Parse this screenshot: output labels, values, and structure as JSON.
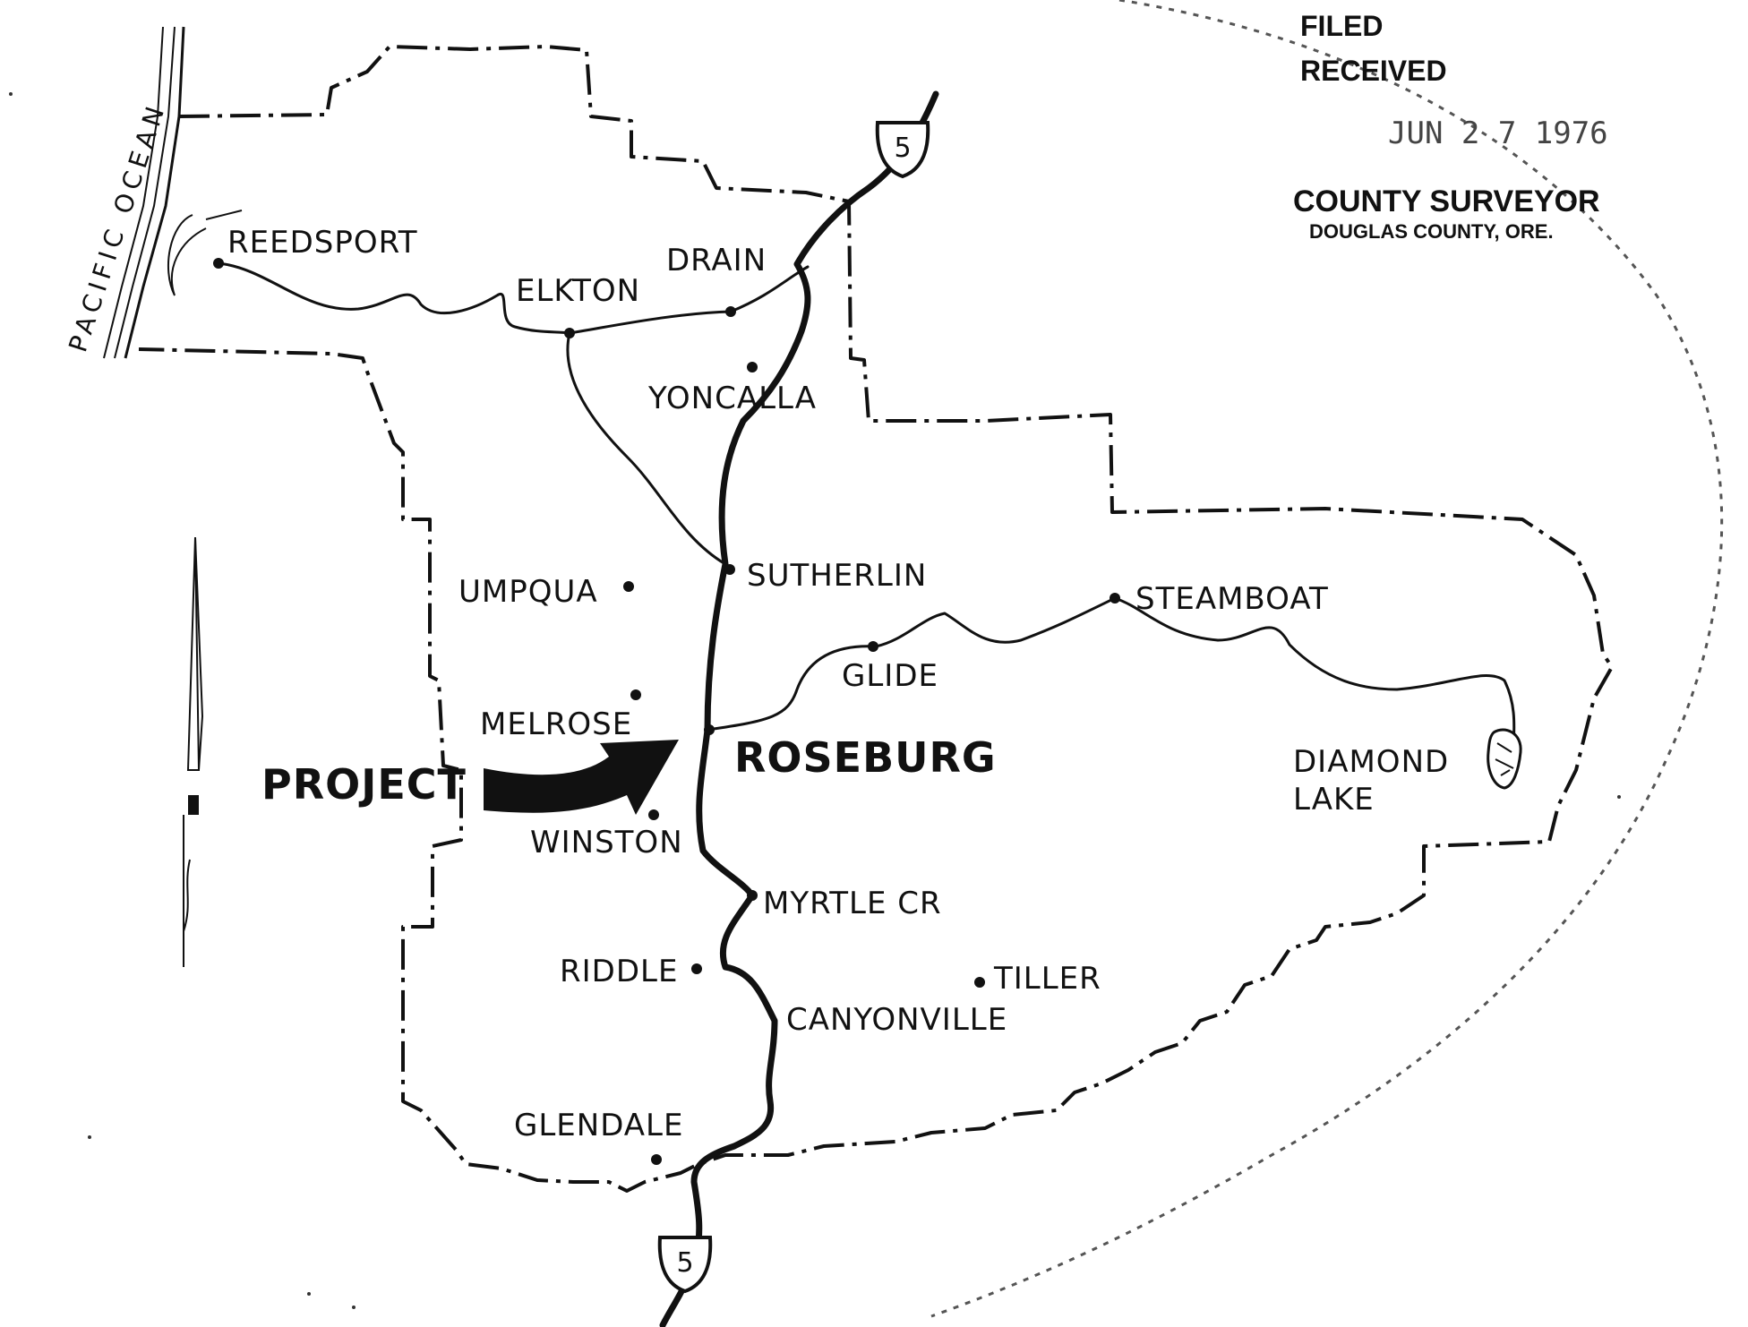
{
  "towns": {
    "reedsport": "REEDSPORT",
    "elkton": "ELKTON",
    "drain": "DRAIN",
    "yoncalla": "YONCALLA",
    "sutherlin": "SUTHERLIN",
    "umpqua": "UMPQUA",
    "steamboat": "STEAMBOAT",
    "glide": "GLIDE",
    "melrose": "MELROSE",
    "roseburg": "ROSEBURG",
    "diamond_lake_line1": "DIAMOND",
    "diamond_lake_line2": "LAKE",
    "winston": "WINSTON",
    "myrtle_creek": "MYRTLE CR",
    "riddle": "RIDDLE",
    "tiller": "TILLER",
    "canyonville": "CANYONVILLE",
    "glendale": "GLENDALE"
  },
  "project_label": "PROJECT",
  "ocean_label": "PACIFIC OCEAN",
  "highway": {
    "number": "5"
  },
  "stamp": {
    "filed": "FILED",
    "received": "RECEIVED",
    "date": "JUN 2 7 1976",
    "office": "COUNTY SURVEYOR",
    "county": "DOUGLAS COUNTY, ORE."
  },
  "icons": [
    "north-arrow-icon",
    "project-arrow-icon",
    "interstate-shield-icon",
    "lake-icon",
    "town-dot-icon"
  ]
}
